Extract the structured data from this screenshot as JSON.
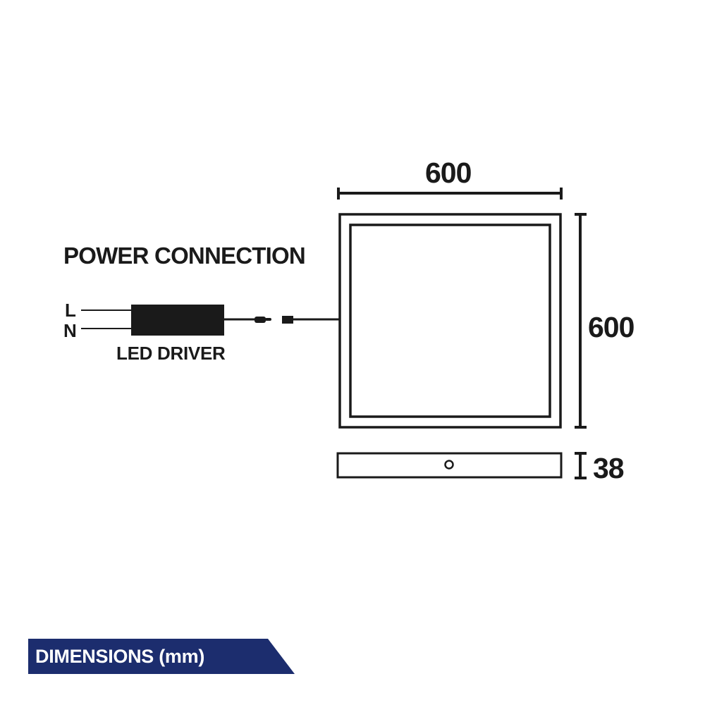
{
  "diagram": {
    "title": "POWER CONNECTION",
    "driver_label": "LED DRIVER",
    "wire_labels": {
      "live": "L",
      "neutral": "N"
    },
    "dimensions": {
      "width": "600",
      "height": "600",
      "depth": "38"
    }
  },
  "banner": {
    "label": "DIMENSIONS (mm)",
    "color": "#1c2d6e"
  },
  "colors": {
    "line": "#1a1a1a",
    "background": "#ffffff"
  }
}
